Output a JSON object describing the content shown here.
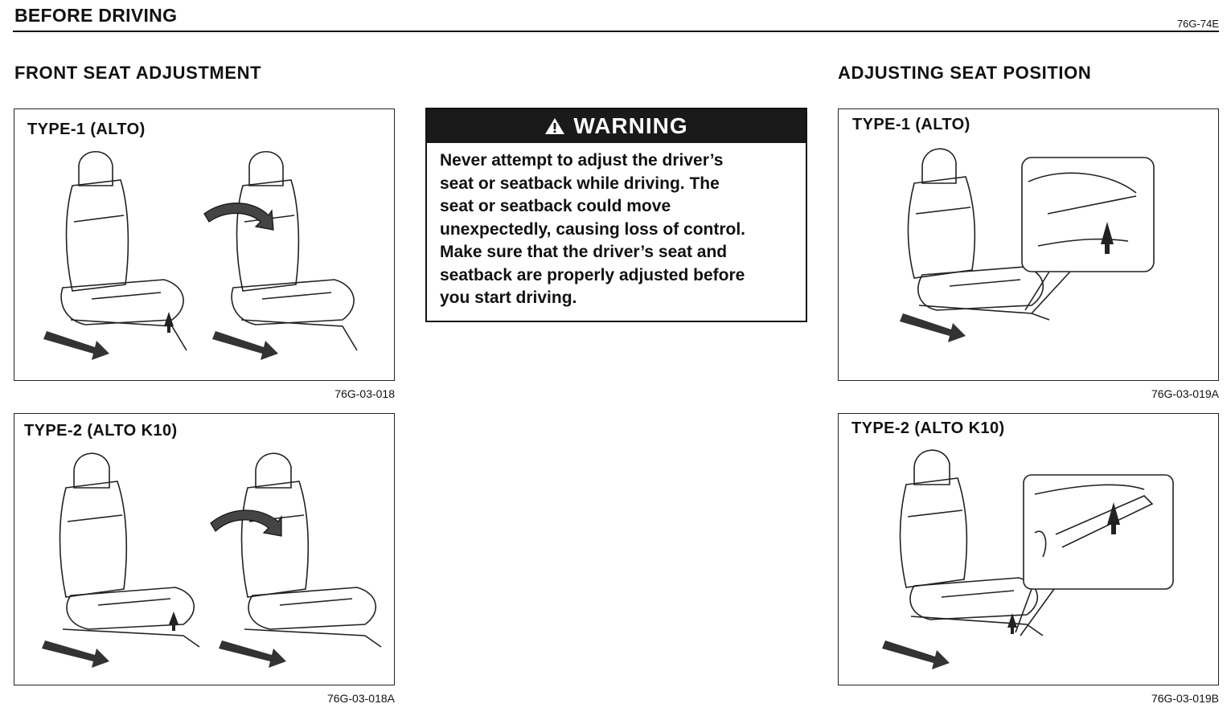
{
  "header": {
    "title": "BEFORE DRIVING",
    "page_code": "76G-74E"
  },
  "left_section": {
    "title": "FRONT SEAT ADJUSTMENT",
    "figures": [
      {
        "label": "TYPE-1 (ALTO)",
        "code": "76G-03-018"
      },
      {
        "label": "TYPE-2 (ALTO K10)",
        "code": "76G-03-018A"
      }
    ]
  },
  "warning": {
    "heading": "WARNING",
    "icon": "warning-triangle-icon",
    "lines": [
      "Never attempt to adjust the driver’s",
      "seat or seatback while driving. The",
      "seat or seatback could move",
      "unexpectedly, causing loss of control.",
      "Make sure that the driver’s seat and",
      "seatback are properly adjusted before",
      "you start driving."
    ]
  },
  "right_section": {
    "title": "ADJUSTING SEAT POSITION",
    "figures": [
      {
        "label": "TYPE-1 (ALTO)",
        "code": "76G-03-019A"
      },
      {
        "label": "TYPE-2 (ALTO K10)",
        "code": "76G-03-019B"
      }
    ]
  }
}
